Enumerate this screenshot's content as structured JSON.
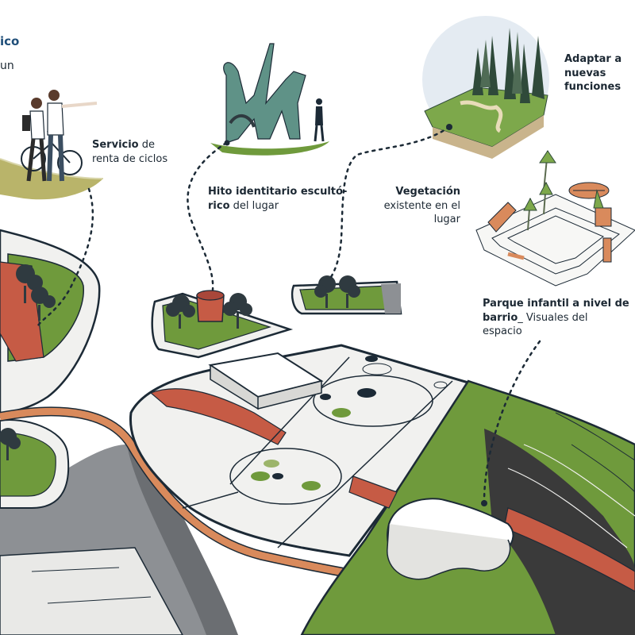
{
  "labels": {
    "top_left": {
      "title": "ico",
      "subtitle": "un"
    },
    "bike": {
      "bold": "Servicio",
      "rest1": " de",
      "line2": "renta de ciclos"
    },
    "hito": {
      "bold1": "Hito identitario escultó-",
      "bold2": "rico",
      "rest2": " del lugar"
    },
    "vegetacion": {
      "bold": "Vegetación",
      "line2": "existente en el",
      "line3": "lugar"
    },
    "adaptar": {
      "line1": "Adaptar a",
      "line2": "nuevas",
      "line3": "funciones"
    },
    "parque": {
      "bold1": "Parque infantil a nivel de",
      "bold2": "barrio",
      "rest2": "_ Visuales del",
      "line3": "espacio"
    }
  },
  "colors": {
    "grass": "#6f9a3c",
    "grass_dark": "#4f7a2c",
    "brick": "#c65b45",
    "path_orange": "#d98a5c",
    "road_gray": "#8d9094",
    "dark_slab": "#3a3a3a",
    "outline": "#1c2a36",
    "pavement": "#f1f1ef",
    "sculpture": "#5f9287",
    "tree_dark": "#2f4a3a"
  },
  "icons": [
    "cyclists-illustration",
    "sculpture-illustration",
    "forest-illustration",
    "playground-illustration",
    "tree-icon",
    "planter-icon"
  ]
}
